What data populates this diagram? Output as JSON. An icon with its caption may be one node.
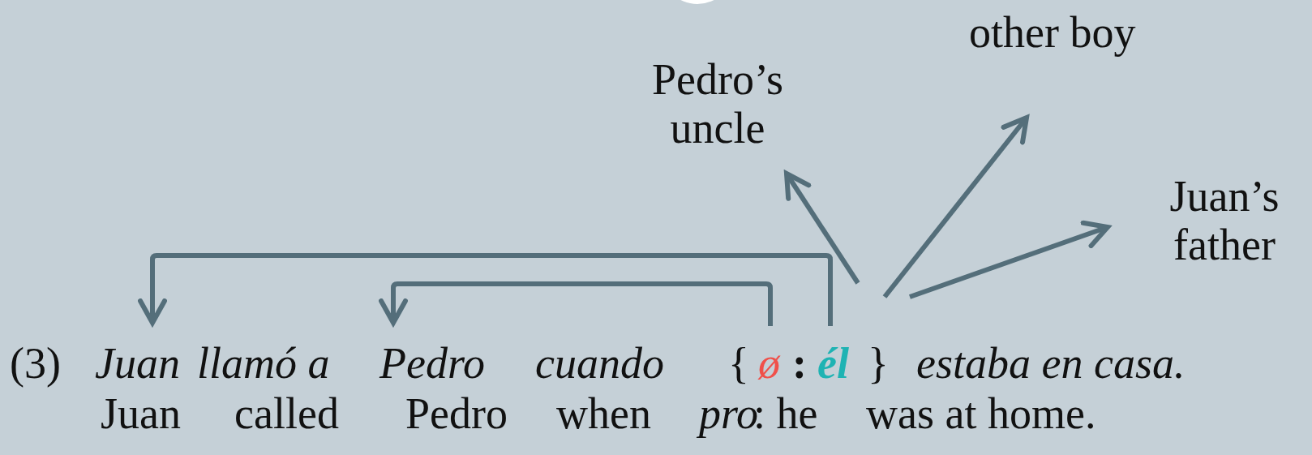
{
  "diagram": {
    "nodes": [
      {
        "text": [
          "Juan"
        ]
      },
      {
        "text": [
          "Pedro"
        ]
      },
      {
        "text": [
          "ø"
        ]
      },
      {
        "text": [
          "él"
        ]
      },
      {
        "text": [
          "Pedro’s uncle"
        ]
      },
      {
        "text": [
          "other boy"
        ]
      },
      {
        "text": [
          "Juan’s father"
        ]
      }
    ],
    "edges": [
      {
        "from": 2,
        "to": 1,
        "arrow": "to"
      },
      {
        "from": 3,
        "to": 0,
        "arrow": "to"
      },
      {
        "from": 3,
        "to": 4,
        "arrow": "to"
      },
      {
        "from": 3,
        "to": 5,
        "arrow": "to"
      },
      {
        "from": 3,
        "to": 6,
        "arrow": "to"
      }
    ],
    "labels": [
      "(3)",
      "llamó a",
      "cuando",
      "{",
      ":",
      "}",
      "estaba en casa.",
      "Juan",
      "called",
      "Pedro",
      "when",
      "pro",
      ": he",
      "was at home."
    ]
  }
}
